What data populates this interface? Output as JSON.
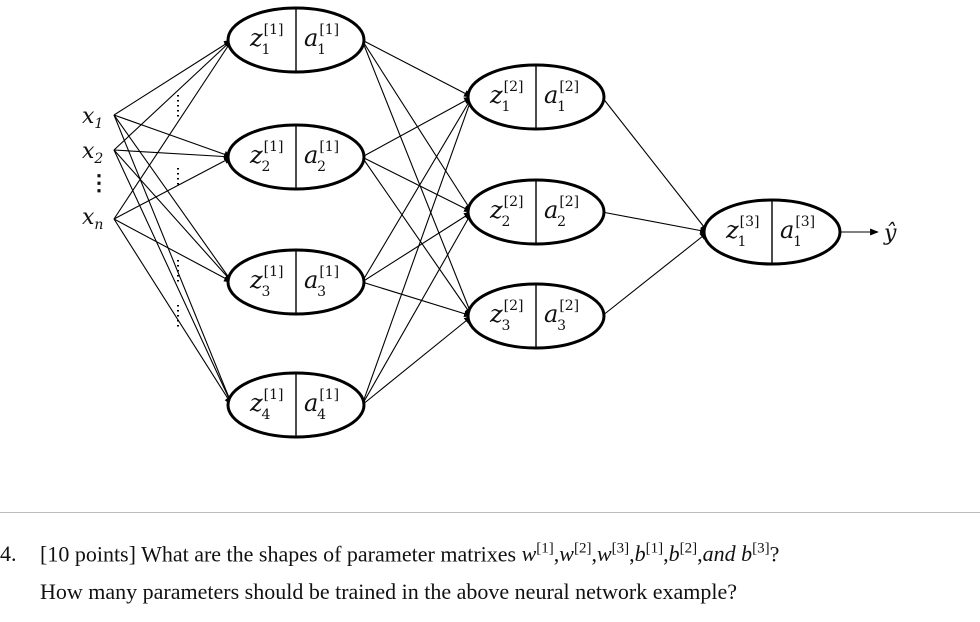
{
  "diagram": {
    "inputs": [
      {
        "label": "x",
        "sub": "1"
      },
      {
        "label": "x",
        "sub": "2"
      },
      {
        "label": "x",
        "sub": "n"
      }
    ],
    "input_ellipsis": "⋮",
    "layers": [
      {
        "sup": "[1]",
        "nodes": [
          {
            "sub": "1"
          },
          {
            "sub": "2"
          },
          {
            "sub": "3"
          },
          {
            "sub": "4"
          }
        ]
      },
      {
        "sup": "[2]",
        "nodes": [
          {
            "sub": "1"
          },
          {
            "sub": "2"
          },
          {
            "sub": "3"
          }
        ]
      },
      {
        "sup": "[3]",
        "nodes": [
          {
            "sub": "1"
          }
        ]
      }
    ],
    "z_symbol": "z",
    "a_symbol": "a",
    "output": "ŷ"
  },
  "question": {
    "number": "4.",
    "points": "[10 points]",
    "text_before": "What are the shapes of parameter matrixes",
    "params": [
      {
        "sym": "w",
        "sup": "[1]",
        "sep": ","
      },
      {
        "sym": "w",
        "sup": "[2]",
        "sep": ","
      },
      {
        "sym": "w",
        "sup": "[3]",
        "sep": ","
      },
      {
        "sym": "b",
        "sup": "[1]",
        "sep": ","
      },
      {
        "sym": "b",
        "sup": "[2]",
        "sep": ","
      },
      {
        "sym": "and b",
        "sup": "[3]",
        "sep": "?"
      }
    ],
    "line2": "How many parameters should be trained in the above neural network example?"
  }
}
